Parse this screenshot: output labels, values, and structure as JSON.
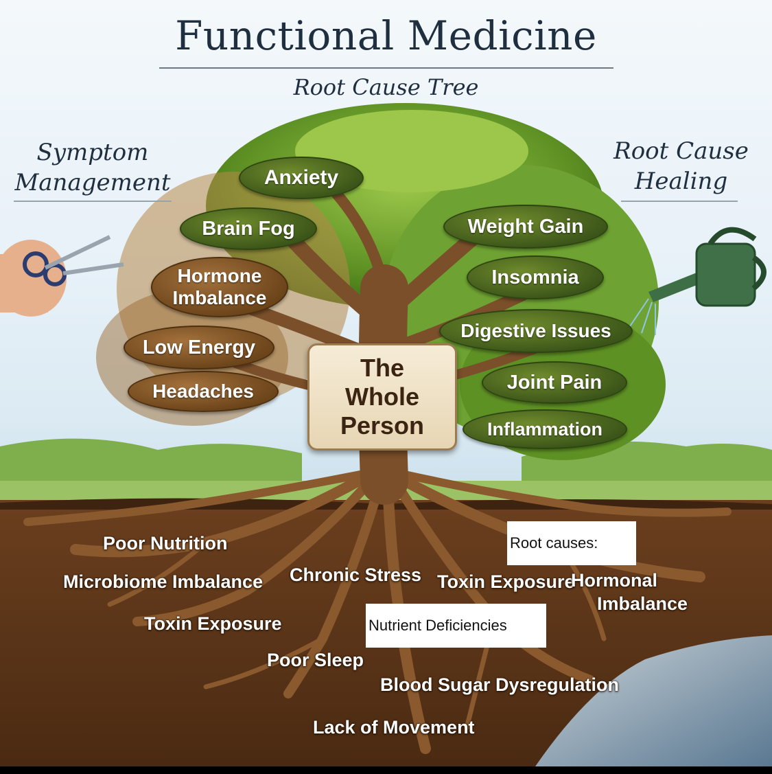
{
  "header": {
    "title": "Functional Medicine",
    "subtitle": "Root Cause Tree"
  },
  "left_side": {
    "heading_line1": "Symptom",
    "heading_line2": "Management",
    "icon": "scissors-icon"
  },
  "right_side": {
    "heading_line1": "Root Cause",
    "heading_line2": "Healing",
    "icon": "watering-can-icon"
  },
  "symptoms_left": [
    "Anxiety",
    "Brain Fog",
    "Hormone Imbalance",
    "Low Energy",
    "Headaches"
  ],
  "symptoms_right": [
    "Weight Gain",
    "Insomnia",
    "Digestive Issues",
    "Joint Pain",
    "Inflammation"
  ],
  "center": {
    "line1": "The",
    "line2": "Whole",
    "line3": "Person"
  },
  "root_causes": [
    "Poor Nutrition",
    "Microbiome Imbalance",
    "Chronic Stress",
    "Toxin Exposure",
    "Toxin Exposure",
    "Hormonal",
    "Imbalance",
    "Poor Sleep",
    "Blood Sugar Dysregulation",
    "Lack of Movement"
  ],
  "overlay_boxes": {
    "root_causes_label": "Root causes:",
    "nutrient_label": "Nutrient Deficiencies"
  },
  "colors": {
    "leaf_green": "#3a5419",
    "leaf_brown": "#6a4319",
    "soil": "#5a341a",
    "title_ink": "#1f2f3f"
  }
}
